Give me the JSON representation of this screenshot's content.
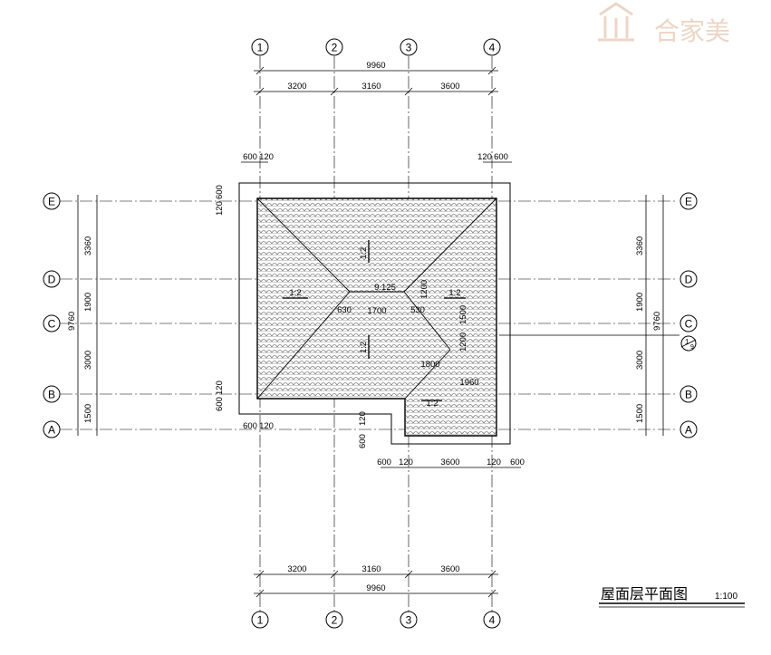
{
  "watermark": {
    "brand": "合家美",
    "color": "#ecd6c6"
  },
  "title": {
    "text": "屋面层平面图",
    "scale": "1:100"
  },
  "axes": {
    "columns": [
      "1",
      "2",
      "3",
      "4"
    ],
    "rows": [
      "E",
      "D",
      "C",
      "B",
      "A"
    ]
  },
  "dimensions": {
    "top_total": "9960",
    "top_spans": [
      "3200",
      "3160",
      "3600"
    ],
    "bottom_total": "9960",
    "bottom_spans": [
      "3200",
      "3160",
      "3600"
    ],
    "left_spans": [
      "3360",
      "1900",
      "3000",
      "1500"
    ],
    "left_total": "9760",
    "right_spans": [
      "3360",
      "1900",
      "3000",
      "1500"
    ],
    "right_total": "9760",
    "eave_600": "600",
    "eave_120": "120",
    "lower_notch": [
      "600",
      "120",
      "3600",
      "120",
      "600"
    ],
    "inner_1700": "1700",
    "inner_630": "630",
    "inner_530": "530",
    "inner_1800": "1800",
    "inner_1960": "1960",
    "inner_1200": "1200",
    "inner_1500": "1500",
    "inner_1200b": "1200",
    "elev": "9.125"
  },
  "slopes": {
    "s": "1:2"
  },
  "detail_ref": {
    "num": "1",
    "sheet": "9"
  }
}
